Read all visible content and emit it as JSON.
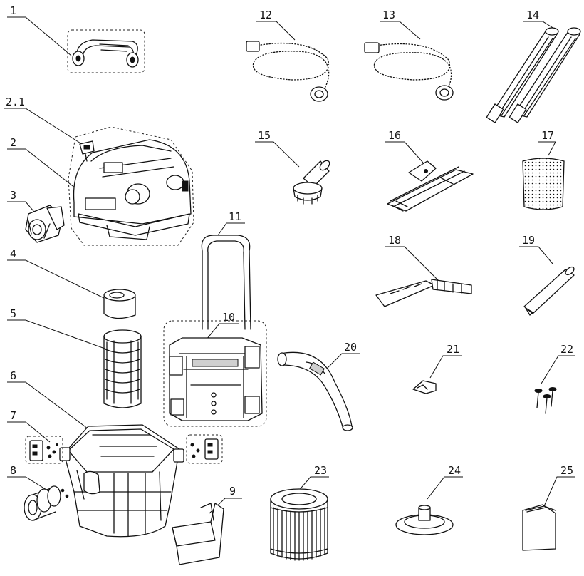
{
  "diagram": {
    "callouts": [
      {
        "id": "1",
        "text": "1"
      },
      {
        "id": "2.1",
        "text": "2.1"
      },
      {
        "id": "2",
        "text": "2"
      },
      {
        "id": "3",
        "text": "3"
      },
      {
        "id": "4",
        "text": "4"
      },
      {
        "id": "5",
        "text": "5"
      },
      {
        "id": "6",
        "text": "6"
      },
      {
        "id": "7",
        "text": "7"
      },
      {
        "id": "8",
        "text": "8"
      },
      {
        "id": "9",
        "text": "9"
      },
      {
        "id": "10",
        "text": "10"
      },
      {
        "id": "11",
        "text": "11"
      },
      {
        "id": "12",
        "text": "12"
      },
      {
        "id": "13",
        "text": "13"
      },
      {
        "id": "14",
        "text": "14"
      },
      {
        "id": "15",
        "text": "15"
      },
      {
        "id": "16",
        "text": "16"
      },
      {
        "id": "17",
        "text": "17"
      },
      {
        "id": "18",
        "text": "18"
      },
      {
        "id": "19",
        "text": "19"
      },
      {
        "id": "20",
        "text": "20"
      },
      {
        "id": "21",
        "text": "21"
      },
      {
        "id": "22",
        "text": "22"
      },
      {
        "id": "23",
        "text": "23"
      },
      {
        "id": "24",
        "text": "24"
      },
      {
        "id": "25",
        "text": "25"
      }
    ]
  }
}
